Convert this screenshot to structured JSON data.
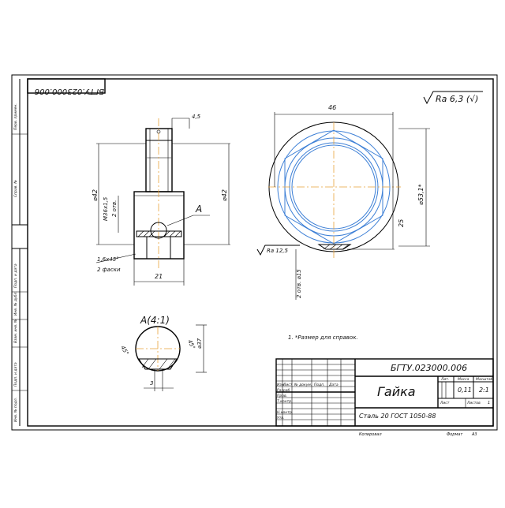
{
  "drawing": {
    "designation": "БГТУ.023000.006",
    "designation_rotated": "БГТУ.023000.006",
    "part_name": "Гайка",
    "material": "Сталь 20 ГОСТ 1050-88",
    "mass": "0,11",
    "scale": "2:1",
    "sheet_label": "Лист",
    "sheets_label": "Листов",
    "sheets_count": "1",
    "roughness_general": "Ra 6,3 (√)",
    "roughness_face": "Ra 12,5",
    "note": "1. *Размер для справок.",
    "copied_label": "Копировал",
    "format_label": "Формат",
    "format_value": "А3"
  },
  "title_block_headers": {
    "lit": "Лит.",
    "mass": "Масса",
    "scale": "Масштаб",
    "izm": "Изм.",
    "list": "Лист",
    "doc_no": "№ докум.",
    "sign": "Подп.",
    "date": "Дата",
    "rows": [
      "Разраб.",
      "Пров.",
      "Т.контр.",
      "",
      "Н.контр.",
      "Утв."
    ]
  },
  "side_margin": [
    "Перв. примен.",
    "Справ. №",
    "Подп. и дата",
    "Инв. № дубл.",
    "Взам. инв. №",
    "Подп. и дата",
    "Инв. № подл."
  ],
  "dimensions": {
    "front_top_width": "4,5",
    "front_left_dia": "⌀42",
    "front_thread": "M36x1,5",
    "front_holes": "2 отв.",
    "front_right_dia": "⌀42",
    "front_chamfer": "1,6x45°",
    "front_chamfer_count": "2 фаски",
    "front_length": "21",
    "section_label": "A",
    "circ_width": "46",
    "circ_dia": "⌀53,1*",
    "circ_height": "25",
    "circ_hole_dia": "2 отв. ⌀15",
    "detail_title": "A(4:1)",
    "detail_angle_left": "45°",
    "detail_angle_right": "45°",
    "detail_dia": "⌀37",
    "detail_width": "3"
  }
}
